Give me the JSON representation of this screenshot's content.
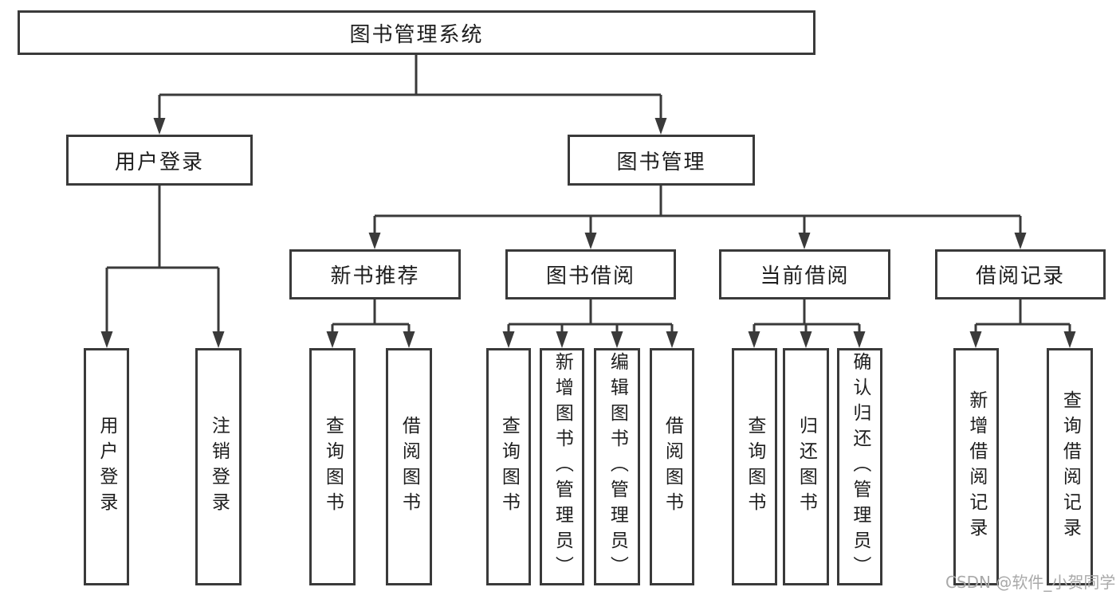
{
  "diagram": {
    "root": {
      "label": "图书管理系统"
    },
    "branches": [
      {
        "label": "用户登录",
        "children": [
          {
            "label": "用户登录"
          },
          {
            "label": "注销登录"
          }
        ]
      },
      {
        "label": "图书管理",
        "children": [
          {
            "label": "新书推荐",
            "children": [
              {
                "label": "查询图书"
              },
              {
                "label": "借阅图书"
              }
            ]
          },
          {
            "label": "图书借阅",
            "children": [
              {
                "label": "查询图书"
              },
              {
                "label": "新增图书（管理员）"
              },
              {
                "label": "编辑图书（管理员）"
              },
              {
                "label": "借阅图书"
              }
            ]
          },
          {
            "label": "当前借阅",
            "children": [
              {
                "label": "查询图书"
              },
              {
                "label": "归还图书"
              },
              {
                "label": "确认归还（管理员）"
              }
            ]
          },
          {
            "label": "借阅记录",
            "children": [
              {
                "label": "新增借阅记录"
              },
              {
                "label": "查询借阅记录"
              }
            ]
          }
        ]
      }
    ]
  },
  "watermark": {
    "text": "CSDN @软件_小贺同学"
  },
  "colors": {
    "line": "#3a3a3a",
    "box-fill": "#ffffff",
    "text": "#1e1e1e",
    "watermark": "#a9a9a9",
    "bg": "#ffffff"
  }
}
